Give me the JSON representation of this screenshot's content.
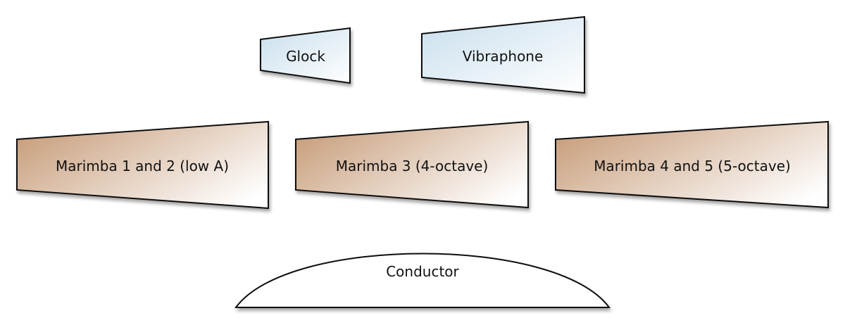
{
  "title": "Percussion ensemble stage layout",
  "colors": {
    "mallet_blue_start": "#c9dfed",
    "mallet_blue_end": "#ffffff",
    "marimba_brown_start": "#c9a07e",
    "marimba_brown_end": "#ffffff",
    "outline": "#111111",
    "conductor_fill": "#ffffff"
  },
  "instruments": {
    "glock": {
      "label": "Glock"
    },
    "vibraphone": {
      "label": "Vibraphone"
    },
    "marimba_1_2": {
      "label": "Marimba 1 and 2 (low A)"
    },
    "marimba_3": {
      "label": "Marimba 3 (4-octave)"
    },
    "marimba_4_5": {
      "label": "Marimba 4 and 5 (5-octave)"
    }
  },
  "conductor": {
    "label": "Conductor"
  }
}
